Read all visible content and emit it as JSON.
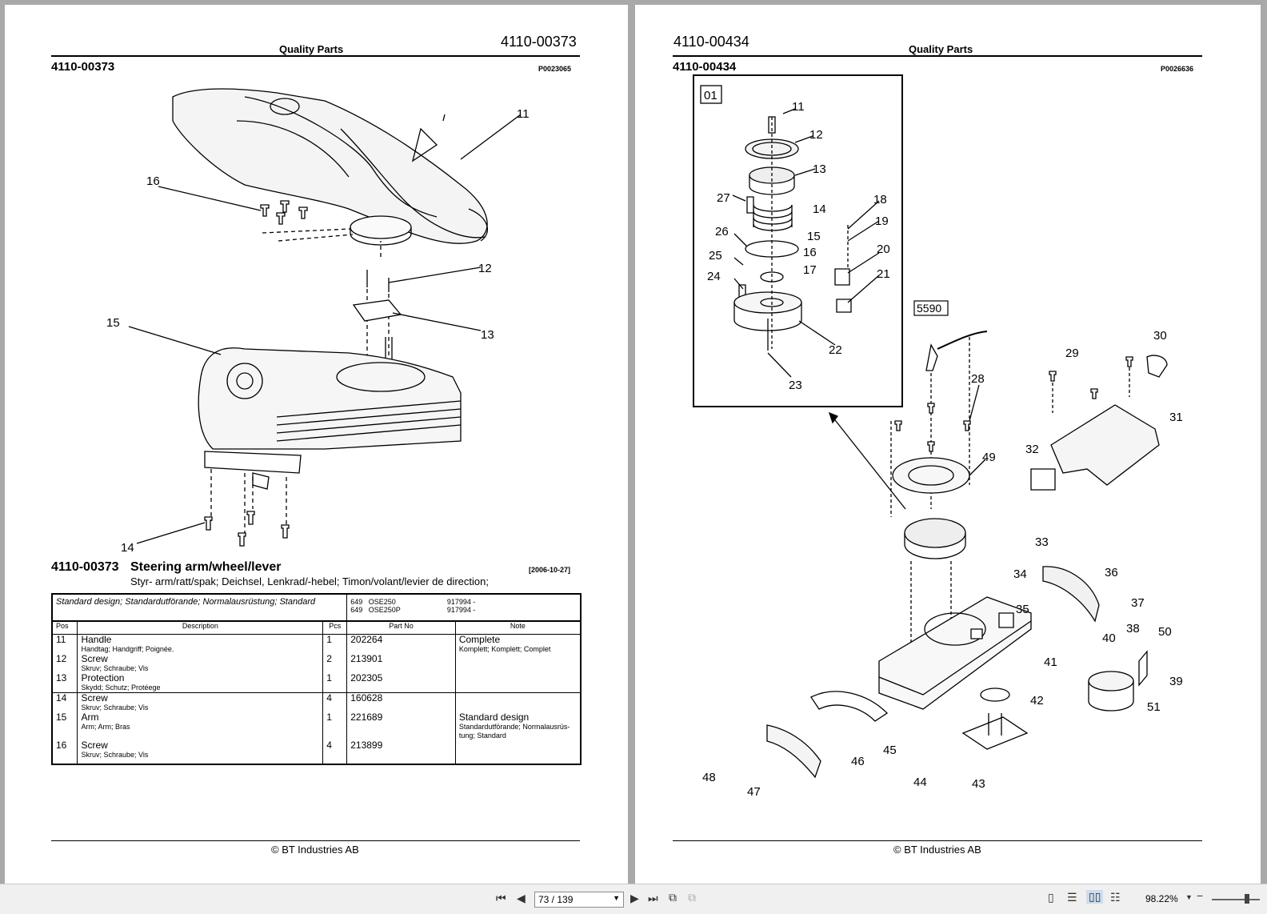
{
  "left_page": {
    "header_title": "Quality Parts",
    "header_code": "4110-00373",
    "code": "4110-00373",
    "illustration_id": "P0023065",
    "callouts": [
      "11",
      "12",
      "13",
      "14",
      "15",
      "16"
    ],
    "title_code": "4110-00373",
    "title": "Steering arm/wheel/lever",
    "subtitle": "Styr- arm/ratt/spak; Deichsel, Lenkrad/-hebel; Timon/volant/levier de direction;",
    "date": "[2006-10-27]",
    "design": {
      "label": "Standard design; Standardutförande; Normalausrüstung; Standard",
      "models": [
        {
          "no": "649",
          "model": "OSE250",
          "serial": "917994 -"
        },
        {
          "no": "649",
          "model": "OSE250P",
          "serial": "917994 -"
        }
      ]
    },
    "columns": [
      "Pos",
      "Description",
      "Pcs",
      "Part No",
      "Note"
    ],
    "rows": [
      {
        "pos": "11",
        "desc": "Handle",
        "desc_sub": "Handtag; Handgriff; Poignée.",
        "pcs": "1",
        "part": "202264",
        "note": "Complete",
        "note_sub": "Komplett; Komplett; Complet"
      },
      {
        "pos": "12",
        "desc": "Screw",
        "desc_sub": "Skruv; Schraube; Vis",
        "pcs": "2",
        "part": "213901",
        "note": "",
        "note_sub": ""
      },
      {
        "pos": "13",
        "desc": "Protection",
        "desc_sub": "Skydd; Schutz; Protéege",
        "pcs": "1",
        "part": "202305",
        "note": "",
        "note_sub": ""
      },
      {
        "pos": "14",
        "desc": "Screw",
        "desc_sub": "Skruv; Schraube; Vis",
        "pcs": "4",
        "part": "160628",
        "note": "",
        "note_sub": ""
      },
      {
        "pos": "15",
        "desc": "Arm",
        "desc_sub": "Arm; Arm; Bras",
        "pcs": "1",
        "part": "221689",
        "note": "Standard design",
        "note_sub": "Standardutförande; Normalausrüs-tung; Standard"
      },
      {
        "pos": "16",
        "desc": "Screw",
        "desc_sub": "Skruv; Schraube; Vis",
        "pcs": "4",
        "part": "213899",
        "note": "",
        "note_sub": ""
      }
    ],
    "footer": "© BT Industries AB"
  },
  "right_page": {
    "header_code": "4110-00434",
    "header_title": "Quality Parts",
    "code": "4110-00434",
    "illustration_id": "P0026636",
    "inset_label": "01",
    "box_label": "5590",
    "callouts": [
      "11",
      "12",
      "13",
      "14",
      "15",
      "16",
      "17",
      "18",
      "19",
      "20",
      "21",
      "22",
      "23",
      "24",
      "25",
      "26",
      "27",
      "28",
      "29",
      "30",
      "31",
      "32",
      "33",
      "34",
      "35",
      "36",
      "37",
      "38",
      "39",
      "40",
      "41",
      "42",
      "43",
      "44",
      "45",
      "46",
      "47",
      "48",
      "49",
      "50",
      "51"
    ],
    "footer": "© BT Industries AB"
  },
  "toolbar": {
    "page_indicator": "73 / 139",
    "zoom": "98.22%",
    "icons": [
      "first-page-icon",
      "prev-page-icon",
      "next-page-icon",
      "last-page-icon",
      "fit-page-icon",
      "fit-width-icon",
      "single-page-icon",
      "continuous-page-icon",
      "two-page-icon",
      "two-page-continuous-icon",
      "zoom-dropdown-icon",
      "zoom-slider"
    ]
  }
}
